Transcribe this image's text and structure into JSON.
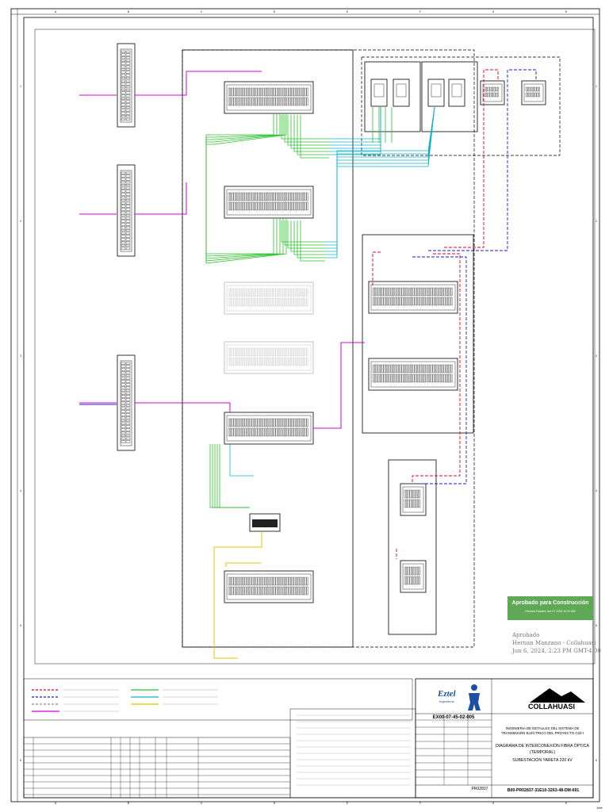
{
  "approval": {
    "title": "Aprobado para Construcción",
    "detail": "Richard Flandes Jun 07 2024 10:22 AM"
  },
  "signature": {
    "line1": "Aprobado",
    "line2": "Hernan Manzano - Collahuasi",
    "line3": "Jun 6, 2024, 2:23 PM GMT-4:00"
  },
  "title_block": {
    "client_logo_text": "COLLAHUASI",
    "contractor_logo_text": "Eztel",
    "contractor_sub": "Ingenieros",
    "doc_code": "EX00-07-45-02-005",
    "title_line1": "INGENIERIA DE DETALLES DEL SISTEMA DE",
    "title_line2": "TRANSMISIÓN ELÉCTRICO DEL PROYECTO C20-I",
    "title_line3": "DIAGRAMA DE INTERCONEXIÓN FIBRA ÓPTICA",
    "title_line4": "(TEMPORAL)",
    "title_line5": "SUBESTACIÓN YARETA 220 kV",
    "project_no": "PR02837",
    "drawing_no": "B00-PR02837-31E10-3263-48-DM-691"
  },
  "sheet_number": "1/ee",
  "grid": {
    "columns": [
      "A",
      "B",
      "C",
      "D",
      "E",
      "F",
      "G",
      "H"
    ],
    "rows": [
      "1",
      "2",
      "3",
      "4",
      "5",
      "6"
    ]
  },
  "legend": {
    "items": [
      {
        "color": "#e8001c"
      },
      {
        "color": "#1a1ad8"
      },
      {
        "color": "#8a8a8a"
      },
      {
        "color": "#d400d4"
      },
      {
        "color": "#2ec02e"
      },
      {
        "color": "#11b2c8"
      },
      {
        "color": "#d4c400"
      }
    ]
  },
  "colors": {
    "magenta": "#d400d4",
    "green": "#2ec02e",
    "cyan": "#11b2c8",
    "blue": "#1a1ad8",
    "red": "#e8001c",
    "yellow": "#e0c800",
    "approval_green": "#5fa856",
    "eztel_blue": "#1f4fa0"
  }
}
